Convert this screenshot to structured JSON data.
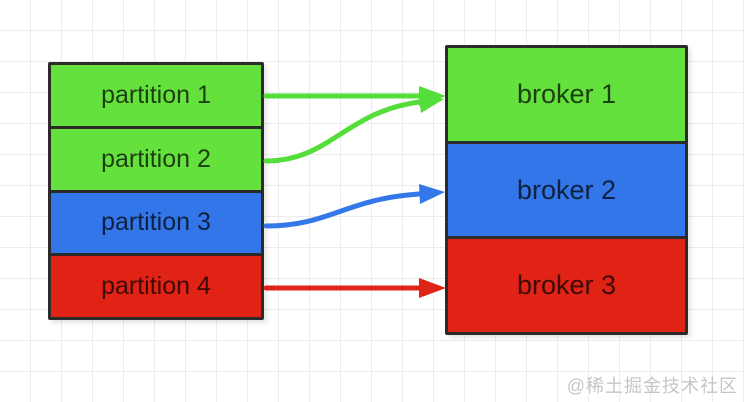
{
  "diagram": {
    "partitions": [
      {
        "label": "partition 1",
        "color": "#64e13c"
      },
      {
        "label": "partition 2",
        "color": "#64e13c"
      },
      {
        "label": "partition 3",
        "color": "#3376e9"
      },
      {
        "label": "partition 4",
        "color": "#e02314"
      }
    ],
    "brokers": [
      {
        "label": "broker 1",
        "color": "#64e13c"
      },
      {
        "label": "broker 2",
        "color": "#3376e9"
      },
      {
        "label": "broker 3",
        "color": "#e02314"
      }
    ],
    "arrows": [
      {
        "from": "partition 1",
        "to": "broker 1",
        "color": "#55dd3a",
        "shape": "straight"
      },
      {
        "from": "partition 2",
        "to": "broker 1",
        "color": "#55dd3a",
        "shape": "curved"
      },
      {
        "from": "partition 3",
        "to": "broker 2",
        "color": "#3377e9",
        "shape": "curved"
      },
      {
        "from": "partition 4",
        "to": "broker 3",
        "color": "#e02314",
        "shape": "straight"
      }
    ],
    "colors": {
      "green": "#64e13c",
      "blue": "#3376e9",
      "red": "#e02314",
      "border": "#2b2b2b",
      "grid": "#ececec",
      "watermark_text": "#c6c6c6"
    },
    "watermark": "@稀土掘金技术社区"
  }
}
